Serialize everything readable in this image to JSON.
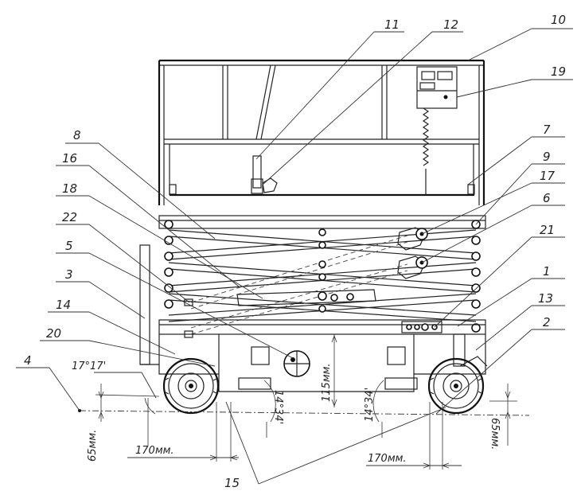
{
  "callouts": [
    "11",
    "12",
    "10",
    "19",
    "8",
    "16",
    "18",
    "22",
    "5",
    "3",
    "14",
    "20",
    "4",
    "7",
    "9",
    "17",
    "6",
    "21",
    "1",
    "13",
    "2",
    "15"
  ],
  "dimensions": {
    "left_angle": "17°17'",
    "ground_clearance_left": "65мм.",
    "offset_left": "170мм.",
    "angle_left_wheel": "14°34'",
    "height_center": "115мм.",
    "angle_right_wheel": "14°34'",
    "offset_right": "170мм.",
    "ground_clearance_right": "65мм."
  }
}
